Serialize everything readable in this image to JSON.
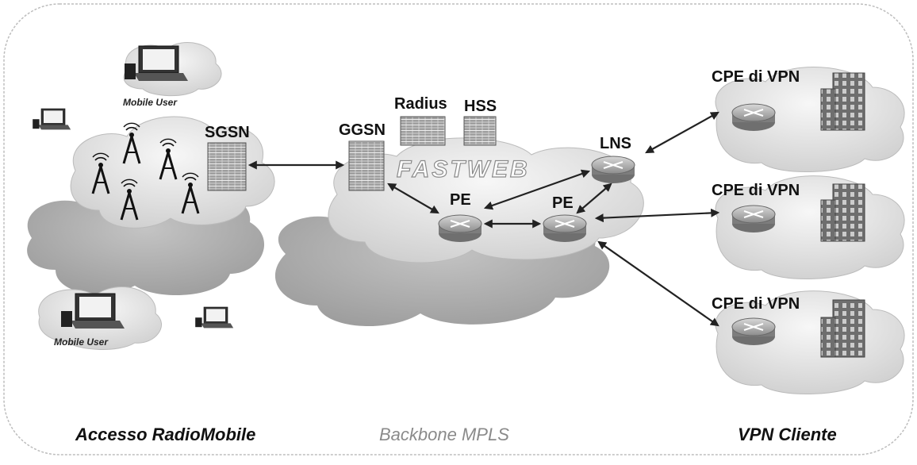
{
  "labels": {
    "sgsn": "SGSN",
    "ggsn": "GGSN",
    "radius": "Radius",
    "hss": "HSS",
    "lns": "LNS",
    "pe_left": "PE",
    "pe_right": "PE",
    "cpe_top": "CPE di VPN",
    "cpe_middle": "CPE di VPN",
    "cpe_bottom": "CPE di VPN",
    "mobile_user_top": "Mobile User",
    "mobile_user_bottom": "Mobile User",
    "brand": "FASTWEB"
  },
  "sections": {
    "access": "Accesso RadioMobile",
    "backbone": "Backbone MPLS",
    "vpn": "VPN Cliente"
  },
  "colors": {
    "section_dark": "#111111",
    "section_backbone": "#8a8a8a",
    "cloud": "#e6e6e6",
    "cloud_shadow": "#a9a9a9",
    "router": "#9a9a9a"
  }
}
